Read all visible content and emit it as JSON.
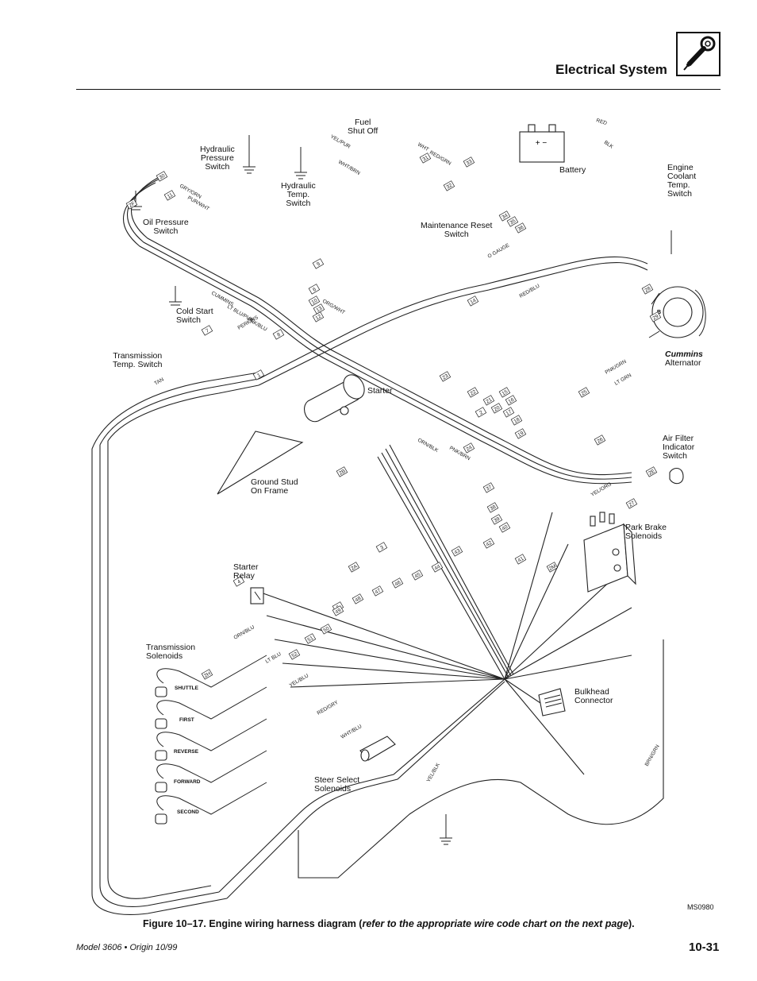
{
  "header": {
    "section_title": "Electrical System",
    "icon": "ring-terminal-icon"
  },
  "components": {
    "fuel_shutoff": "Fuel\nShut Off",
    "hydraulic_pressure_switch": "Hydraulic\nPressure\nSwitch",
    "hydraulic_temp_switch": "Hydraulic\nTemp.\nSwitch",
    "battery": "Battery",
    "engine_coolant_temp_switch": "Engine\nCoolant\nTemp.\nSwitch",
    "oil_pressure_switch": "Oil Pressure\nSwitch",
    "maintenance_reset_switch": "Maintenance Reset\nSwitch",
    "cold_start_switch": "Cold Start\nSwitch",
    "transmission_temp_switch": "Transmission\nTemp. Switch",
    "alternator_brand": "Cummins",
    "alternator": "Alternator",
    "starter": "Starter",
    "air_filter_indicator_switch": "Air Filter\nIndicator\nSwitch",
    "ground_stud": "Ground Stud\nOn Frame",
    "park_brake_solenoids": "Park Brake\nSolenoids",
    "starter_relay": "Starter\nRelay",
    "transmission_solenoids": "Transmission\nSolenoids",
    "bulkhead_connector": "Bulkhead\nConnector",
    "steer_select_solenoids": "Steer Select\nSolenoids"
  },
  "solenoid_names": [
    "SHUTTLE",
    "FIRST",
    "REVERSE",
    "FORWARD",
    "SECOND"
  ],
  "wire_labels": [
    "RED",
    "BLK",
    "YEL/PUR",
    "WHT/BRN",
    "RED/GRN",
    "WHT",
    "GRY/ORN",
    "PUR/WHT",
    "O GAUGE",
    "ORG/WHT",
    "RED/BLU",
    "CUMMINS",
    "PERKINS",
    "LT BLU/PUR",
    "PNK/BLU",
    "TAN",
    "LT GRN",
    "PNK/GRN",
    "ORN/BLK",
    "PNK/BRN",
    "YEL/ORG",
    "BRN/GRN",
    "ORN/BLU",
    "LT BLU",
    "YEL/BLU",
    "RED/GRY",
    "WHT/BLU",
    "YEL/BLK"
  ],
  "wire_numbers": [
    "30",
    "11",
    "2F",
    "2E",
    "2M",
    "2H",
    "2A",
    "2B",
    "1",
    "2",
    "3",
    "4",
    "5",
    "6",
    "7",
    "8",
    "9",
    "10",
    "12",
    "13",
    "14",
    "15",
    "16",
    "17",
    "18",
    "19",
    "20",
    "21",
    "22",
    "23",
    "24",
    "25",
    "26",
    "27",
    "28",
    "29",
    "31",
    "32",
    "33",
    "34",
    "35",
    "36",
    "37",
    "38",
    "39",
    "40",
    "41",
    "42",
    "43",
    "44",
    "45",
    "46",
    "47",
    "48",
    "49",
    "50",
    "51",
    "52"
  ],
  "figure_code": "MS0980",
  "caption": {
    "prefix": "Figure 10–17.  Engine wiring harness diagram (",
    "italic": "refer to the appropriate wire code chart on the next page",
    "suffix": ")."
  },
  "footer": {
    "model": "Model 3606 • Origin 10/99",
    "page_number": "10-31"
  }
}
